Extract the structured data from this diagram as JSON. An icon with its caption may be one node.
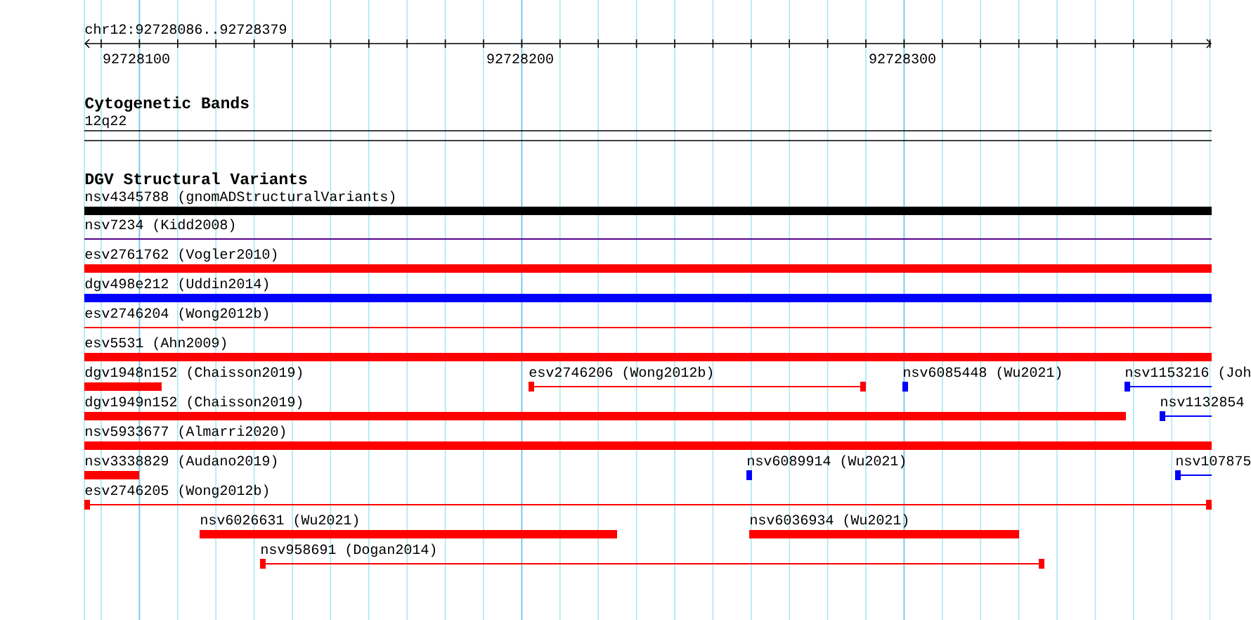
{
  "diagram": {
    "nodes": [
      {
        "text": [
          "nsv4345788 (gnomADStructuralVariants)"
        ]
      },
      {
        "text": [
          "nsv7234 (Kidd2008)"
        ]
      },
      {
        "text": [
          "esv2761762 (Vogler2010)"
        ]
      },
      {
        "text": [
          "dgv498e212 (Uddin2014)"
        ]
      },
      {
        "text": [
          "esv2746204 (Wong2012b)"
        ]
      },
      {
        "text": [
          "esv5531 (Ahn2009)"
        ]
      },
      {
        "text": [
          "dgv1948n152 (Chaisson2019)"
        ]
      },
      {
        "text": [
          "esv2746206 (Wong2012b)"
        ]
      },
      {
        "text": [
          "nsv6085448 (Wu2021)"
        ]
      },
      {
        "text": [
          "nsv1153216 (Joh"
        ]
      },
      {
        "text": [
          "dgv1949n152 (Chaisson2019)"
        ]
      },
      {
        "text": [
          "nsv1132854"
        ]
      },
      {
        "text": [
          "nsv5933677 (Almarri2020)"
        ]
      },
      {
        "text": [
          "nsv3338829 (Audano2019)"
        ]
      },
      {
        "text": [
          "nsv6089914 (Wu2021)"
        ]
      },
      {
        "text": [
          "nsv107875"
        ]
      },
      {
        "text": [
          "esv2746205 (Wong2012b)"
        ]
      },
      {
        "text": [
          "nsv6026631 (Wu2021)"
        ]
      },
      {
        "text": [
          "nsv6036934 (Wu2021)"
        ]
      },
      {
        "text": [
          "nsv958691 (Dogan2014)"
        ]
      }
    ],
    "labels": [
      "chr12:92728086..92728379",
      "92728100",
      "92728200",
      "92728300",
      "Cytogenetic Bands",
      "12q22",
      "DGV Structural Variants"
    ]
  }
}
